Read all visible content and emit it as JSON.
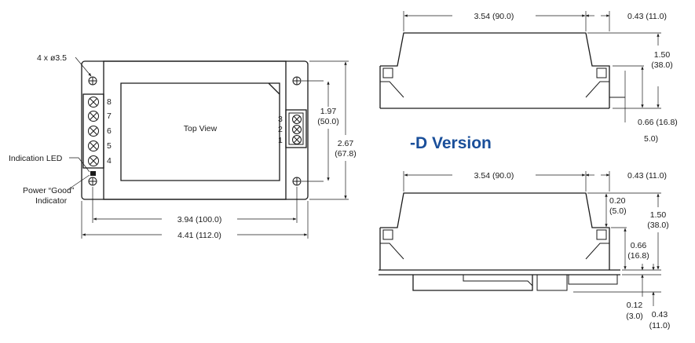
{
  "top_view": {
    "caption": "Top View",
    "hole_callout": "4 x ø3.5",
    "led_label": "Indication LED",
    "power_label_line1": "Power “Good”",
    "power_label_line2": "Indicator",
    "left_pins": [
      "8",
      "7",
      "6",
      "5",
      "4"
    ],
    "right_pins": [
      "3",
      "2",
      "1"
    ],
    "dim_pins_in": "1.97",
    "dim_pins_mm": "(50.0)",
    "dim_height_in": "2.67",
    "dim_height_mm": "(67.8)",
    "dim_holes": "3.94 (100.0)",
    "dim_width": "4.41 (112.0)"
  },
  "side_view": {
    "dim_length": "3.54 (90.0)",
    "dim_offset": "0.43 (11.0)",
    "dim_height_in": "1.50",
    "dim_height_mm": "(38.0)",
    "dim_flange": "0.66 (16.8)",
    "dim_stray": "5.0)"
  },
  "section_title": "-D Version",
  "d_view": {
    "dim_length": "3.54 (90.0)",
    "dim_offset": "0.43 (11.0)",
    "dim_top_in": "0.20",
    "dim_top_mm": "(5.0)",
    "dim_height_in": "1.50",
    "dim_height_mm": "(38.0)",
    "dim_flange_in": "0.66",
    "dim_flange_mm": "(16.8)",
    "dim_rail_in": "0.12",
    "dim_rail_mm": "(3.0)",
    "dim_total_in": "0.43",
    "dim_total_mm": "(11.0)"
  }
}
